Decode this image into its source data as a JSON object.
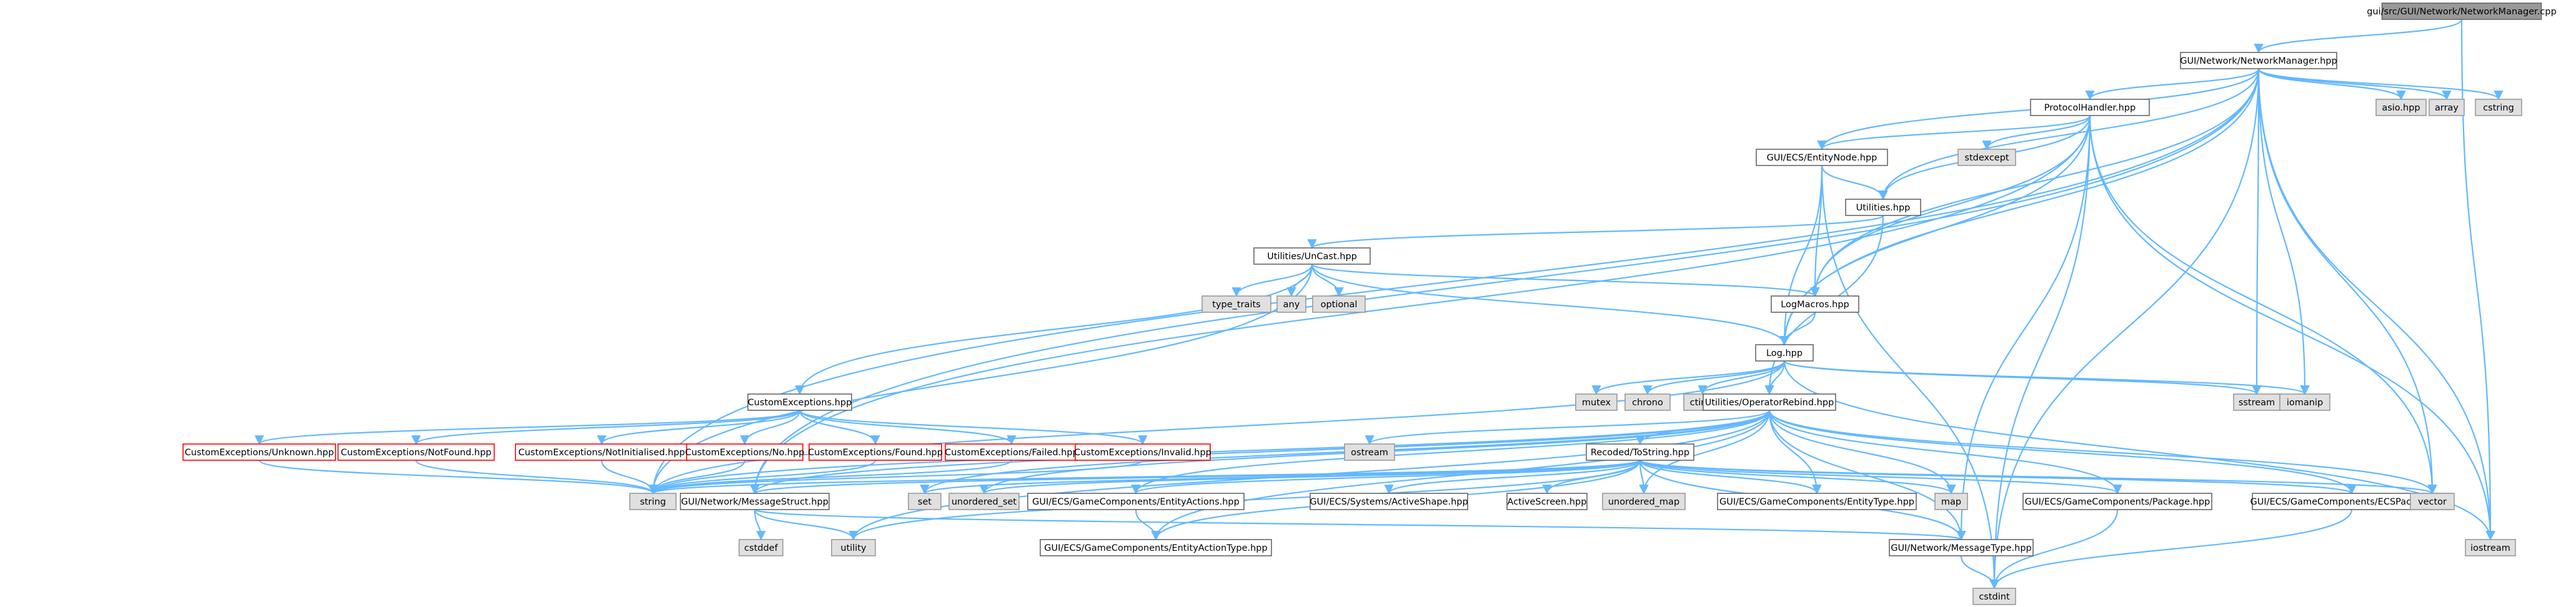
{
  "diagram": {
    "colors": {
      "edge": "#63b8ff",
      "root_fill": "#999999",
      "system_fill": "#e0e0e0",
      "missing_border": "#ff0000",
      "node_border": "#666666"
    },
    "nodes": [
      {
        "id": "root",
        "label": "gui/src/GUI/Network/NetworkManager.cpp",
        "kind": "root"
      },
      {
        "id": "nm",
        "label": "GUI/Network/NetworkManager.hpp",
        "kind": "main"
      },
      {
        "id": "asio",
        "label": "asio.hpp",
        "kind": "sys"
      },
      {
        "id": "array",
        "label": "array",
        "kind": "sys"
      },
      {
        "id": "cstring",
        "label": "cstring",
        "kind": "sys"
      },
      {
        "id": "ph",
        "label": "ProtocolHandler.hpp",
        "kind": "main"
      },
      {
        "id": "stdexcept",
        "label": "stdexcept",
        "kind": "sys"
      },
      {
        "id": "en",
        "label": "GUI/ECS/EntityNode.hpp",
        "kind": "main"
      },
      {
        "id": "util",
        "label": "Utilities.hpp",
        "kind": "main"
      },
      {
        "id": "unicast",
        "label": "Utilities/UnCast.hpp",
        "kind": "main"
      },
      {
        "id": "type_traits",
        "label": "type_traits",
        "kind": "sys"
      },
      {
        "id": "any",
        "label": "any",
        "kind": "sys"
      },
      {
        "id": "optional",
        "label": "optional",
        "kind": "sys"
      },
      {
        "id": "logmacros",
        "label": "LogMacros.hpp",
        "kind": "main"
      },
      {
        "id": "log",
        "label": "Log.hpp",
        "kind": "main"
      },
      {
        "id": "mutex",
        "label": "mutex",
        "kind": "sys"
      },
      {
        "id": "chrono",
        "label": "chrono",
        "kind": "sys"
      },
      {
        "id": "ctime",
        "label": "ctime",
        "kind": "sys"
      },
      {
        "id": "oprebind",
        "label": "Utilities/OperatorRebind.hpp",
        "kind": "main"
      },
      {
        "id": "sstream",
        "label": "sstream",
        "kind": "sys"
      },
      {
        "id": "iomanip",
        "label": "iomanip",
        "kind": "sys"
      },
      {
        "id": "ostream",
        "label": "ostream",
        "kind": "sys"
      },
      {
        "id": "custexc",
        "label": "CustomExceptions.hpp",
        "kind": "main"
      },
      {
        "id": "ce_unknown",
        "label": "CustomExceptions/Unknown.hpp",
        "kind": "red"
      },
      {
        "id": "ce_notfound",
        "label": "CustomExceptions/NotFound.hpp",
        "kind": "red"
      },
      {
        "id": "ce_notinit",
        "label": "CustomExceptions/NotInitialised.hpp",
        "kind": "red"
      },
      {
        "id": "ce_no",
        "label": "CustomExceptions/No.hpp",
        "kind": "red"
      },
      {
        "id": "ce_found",
        "label": "CustomExceptions/Found.hpp",
        "kind": "red"
      },
      {
        "id": "ce_failed",
        "label": "CustomExceptions/Failed.hpp",
        "kind": "red"
      },
      {
        "id": "ce_invalid",
        "label": "CustomExceptions/Invalid.hpp",
        "kind": "red"
      },
      {
        "id": "recoded",
        "label": "Recoded/ToString.hpp",
        "kind": "main"
      },
      {
        "id": "string",
        "label": "string",
        "kind": "sys"
      },
      {
        "id": "msgstruct",
        "label": "GUI/Network/MessageStruct.hpp",
        "kind": "main"
      },
      {
        "id": "set",
        "label": "set",
        "kind": "sys"
      },
      {
        "id": "unordered_set",
        "label": "unordered_set",
        "kind": "sys"
      },
      {
        "id": "entityactions",
        "label": "GUI/ECS/GameComponents/EntityActions.hpp",
        "kind": "main"
      },
      {
        "id": "activeshape",
        "label": "GUI/ECS/Systems/ActiveShape.hpp",
        "kind": "main"
      },
      {
        "id": "activescreen",
        "label": "ActiveScreen.hpp",
        "kind": "main"
      },
      {
        "id": "unordered_map",
        "label": "unordered_map",
        "kind": "sys"
      },
      {
        "id": "entitytype",
        "label": "GUI/ECS/GameComponents/EntityType.hpp",
        "kind": "main"
      },
      {
        "id": "map",
        "label": "map",
        "kind": "sys"
      },
      {
        "id": "package",
        "label": "GUI/ECS/GameComponents/Package.hpp",
        "kind": "main"
      },
      {
        "id": "ecspackage",
        "label": "GUI/ECS/GameComponents/ECSPackage.hpp",
        "kind": "main"
      },
      {
        "id": "vector",
        "label": "vector",
        "kind": "sys"
      },
      {
        "id": "cstddef",
        "label": "cstddef",
        "kind": "sys"
      },
      {
        "id": "utility",
        "label": "utility",
        "kind": "sys"
      },
      {
        "id": "entityactiontype",
        "label": "GUI/ECS/GameComponents/EntityActionType.hpp",
        "kind": "main"
      },
      {
        "id": "msgtype",
        "label": "GUI/Network/MessageType.hpp",
        "kind": "main"
      },
      {
        "id": "iostream",
        "label": "iostream",
        "kind": "sys"
      },
      {
        "id": "cstdint",
        "label": "cstdint",
        "kind": "sys"
      }
    ],
    "edges": [
      [
        "root",
        "nm"
      ],
      [
        "root",
        "iostream"
      ],
      [
        "nm",
        "asio"
      ],
      [
        "nm",
        "array"
      ],
      [
        "nm",
        "cstring"
      ],
      [
        "nm",
        "ph"
      ],
      [
        "nm",
        "en"
      ],
      [
        "nm",
        "util"
      ],
      [
        "nm",
        "logmacros"
      ],
      [
        "nm",
        "log"
      ],
      [
        "nm",
        "string"
      ],
      [
        "nm",
        "msgstruct"
      ],
      [
        "nm",
        "sstream"
      ],
      [
        "nm",
        "iomanip"
      ],
      [
        "nm",
        "vector"
      ],
      [
        "nm",
        "iostream"
      ],
      [
        "nm",
        "cstdint"
      ],
      [
        "ph",
        "stdexcept"
      ],
      [
        "ph",
        "en"
      ],
      [
        "ph",
        "util"
      ],
      [
        "ph",
        "logmacros"
      ],
      [
        "ph",
        "log"
      ],
      [
        "ph",
        "msgstruct"
      ],
      [
        "ph",
        "msgtype"
      ],
      [
        "ph",
        "vector"
      ],
      [
        "ph",
        "iostream"
      ],
      [
        "ph",
        "cstdint"
      ],
      [
        "en",
        "util"
      ],
      [
        "en",
        "logmacros"
      ],
      [
        "en",
        "log"
      ],
      [
        "en",
        "cstdint"
      ],
      [
        "util",
        "unicast"
      ],
      [
        "util",
        "oprebind"
      ],
      [
        "unicast",
        "type_traits"
      ],
      [
        "unicast",
        "any"
      ],
      [
        "unicast",
        "optional"
      ],
      [
        "unicast",
        "logmacros"
      ],
      [
        "unicast",
        "log"
      ],
      [
        "unicast",
        "custexc"
      ],
      [
        "unicast",
        "string"
      ],
      [
        "logmacros",
        "log"
      ],
      [
        "log",
        "mutex"
      ],
      [
        "log",
        "chrono"
      ],
      [
        "log",
        "ctime"
      ],
      [
        "log",
        "oprebind"
      ],
      [
        "log",
        "sstream"
      ],
      [
        "log",
        "iomanip"
      ],
      [
        "log",
        "iostream"
      ],
      [
        "log",
        "string"
      ],
      [
        "custexc",
        "ce_unknown"
      ],
      [
        "custexc",
        "ce_notfound"
      ],
      [
        "custexc",
        "ce_notinit"
      ],
      [
        "custexc",
        "ce_no"
      ],
      [
        "custexc",
        "ce_found"
      ],
      [
        "custexc",
        "ce_failed"
      ],
      [
        "custexc",
        "ce_invalid"
      ],
      [
        "ce_unknown",
        "string"
      ],
      [
        "ce_notfound",
        "string"
      ],
      [
        "ce_notinit",
        "string"
      ],
      [
        "ce_no",
        "string"
      ],
      [
        "ce_found",
        "string"
      ],
      [
        "ce_failed",
        "string"
      ],
      [
        "ce_invalid",
        "string"
      ],
      [
        "oprebind",
        "ostream"
      ],
      [
        "oprebind",
        "recoded"
      ],
      [
        "oprebind",
        "string"
      ],
      [
        "oprebind",
        "msgstruct"
      ],
      [
        "oprebind",
        "set"
      ],
      [
        "oprebind",
        "unordered_set"
      ],
      [
        "oprebind",
        "entityactions"
      ],
      [
        "oprebind",
        "unordered_map"
      ],
      [
        "oprebind",
        "entitytype"
      ],
      [
        "oprebind",
        "map"
      ],
      [
        "oprebind",
        "package"
      ],
      [
        "oprebind",
        "ecspackage"
      ],
      [
        "oprebind",
        "vector"
      ],
      [
        "oprebind",
        "utility"
      ],
      [
        "oprebind",
        "entityactiontype"
      ],
      [
        "oprebind",
        "msgtype"
      ],
      [
        "recoded",
        "string"
      ],
      [
        "recoded",
        "msgstruct"
      ],
      [
        "recoded",
        "set"
      ],
      [
        "recoded",
        "unordered_set"
      ],
      [
        "recoded",
        "entityactions"
      ],
      [
        "recoded",
        "activeshape"
      ],
      [
        "recoded",
        "activescreen"
      ],
      [
        "recoded",
        "unordered_map"
      ],
      [
        "recoded",
        "entitytype"
      ],
      [
        "recoded",
        "map"
      ],
      [
        "recoded",
        "package"
      ],
      [
        "recoded",
        "ecspackage"
      ],
      [
        "recoded",
        "vector"
      ],
      [
        "recoded",
        "utility"
      ],
      [
        "recoded",
        "entityactiontype"
      ],
      [
        "recoded",
        "msgtype"
      ],
      [
        "msgstruct",
        "cstddef"
      ],
      [
        "msgstruct",
        "utility"
      ],
      [
        "msgstruct",
        "msgtype"
      ],
      [
        "entityactions",
        "entityactiontype"
      ],
      [
        "package",
        "cstdint"
      ],
      [
        "ecspackage",
        "cstdint"
      ],
      [
        "msgtype",
        "cstdint"
      ]
    ]
  }
}
